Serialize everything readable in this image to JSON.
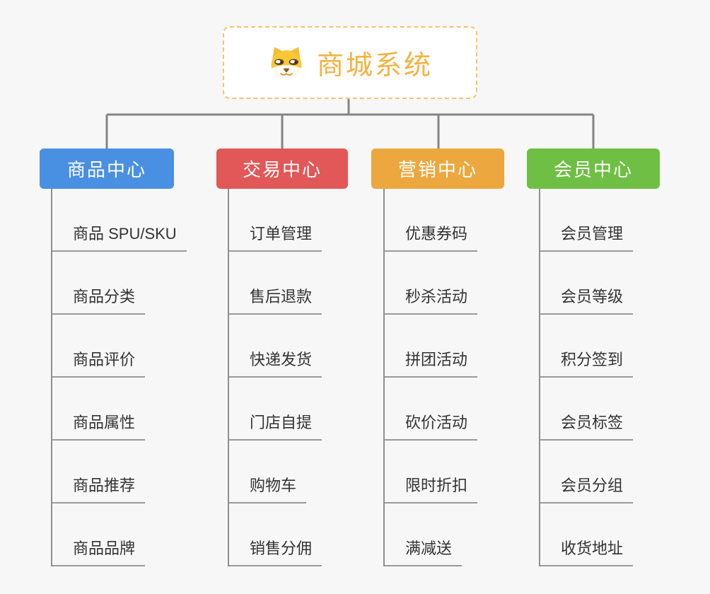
{
  "root": {
    "title": "商城系统",
    "icon": "shiba-dog-icon"
  },
  "branches": [
    {
      "label": "商品中心",
      "color": "#4a90e2",
      "items": [
        "商品 SPU/SKU",
        "商品分类",
        "商品评价",
        "商品属性",
        "商品推荐",
        "商品品牌"
      ]
    },
    {
      "label": "交易中心",
      "color": "#e25757",
      "items": [
        "订单管理",
        "售后退款",
        "快递发货",
        "门店自提",
        "购物车",
        "销售分佣"
      ]
    },
    {
      "label": "营销中心",
      "color": "#eca73f",
      "items": [
        "优惠券码",
        "秒杀活动",
        "拼团活动",
        "砍价活动",
        "限时折扣",
        "满减送"
      ]
    },
    {
      "label": "会员中心",
      "color": "#6ebf43",
      "items": [
        "会员管理",
        "会员等级",
        "积分签到",
        "会员标签",
        "会员分组",
        "收货地址"
      ]
    }
  ],
  "colors": {
    "background": "#f7f7f7",
    "root_border": "#f6c26e",
    "root_text": "#f3b340",
    "connector": "#848484",
    "item_text": "#333333",
    "item_underline": "#9a9a9a"
  }
}
